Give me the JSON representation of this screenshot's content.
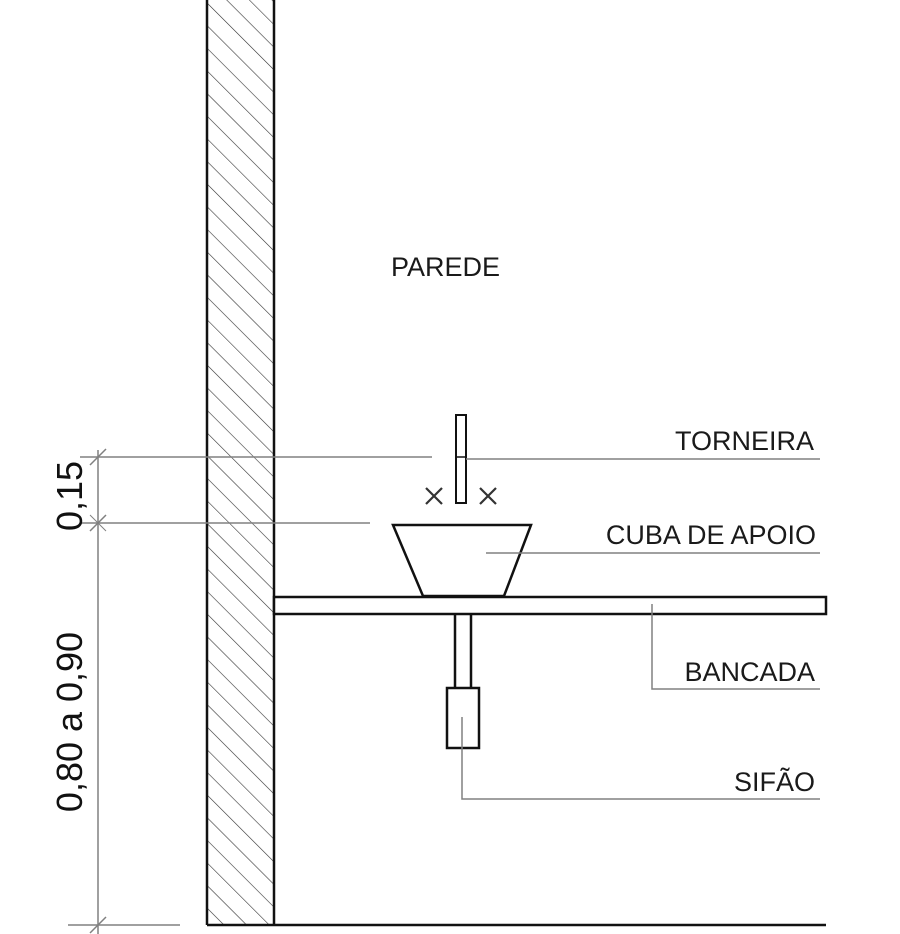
{
  "diagram": {
    "labels": {
      "wall": "PAREDE",
      "faucet": "TORNEIRA",
      "basin": "CUBA DE APOIO",
      "counter": "BANCADA",
      "siphon": "SIFÃO"
    },
    "dimensions": {
      "faucet_above_basin": "0,15",
      "counter_height": "0,80 a 0,90"
    },
    "colors": {
      "line": "#111111",
      "leader": "#808080",
      "background": "#ffffff"
    }
  }
}
